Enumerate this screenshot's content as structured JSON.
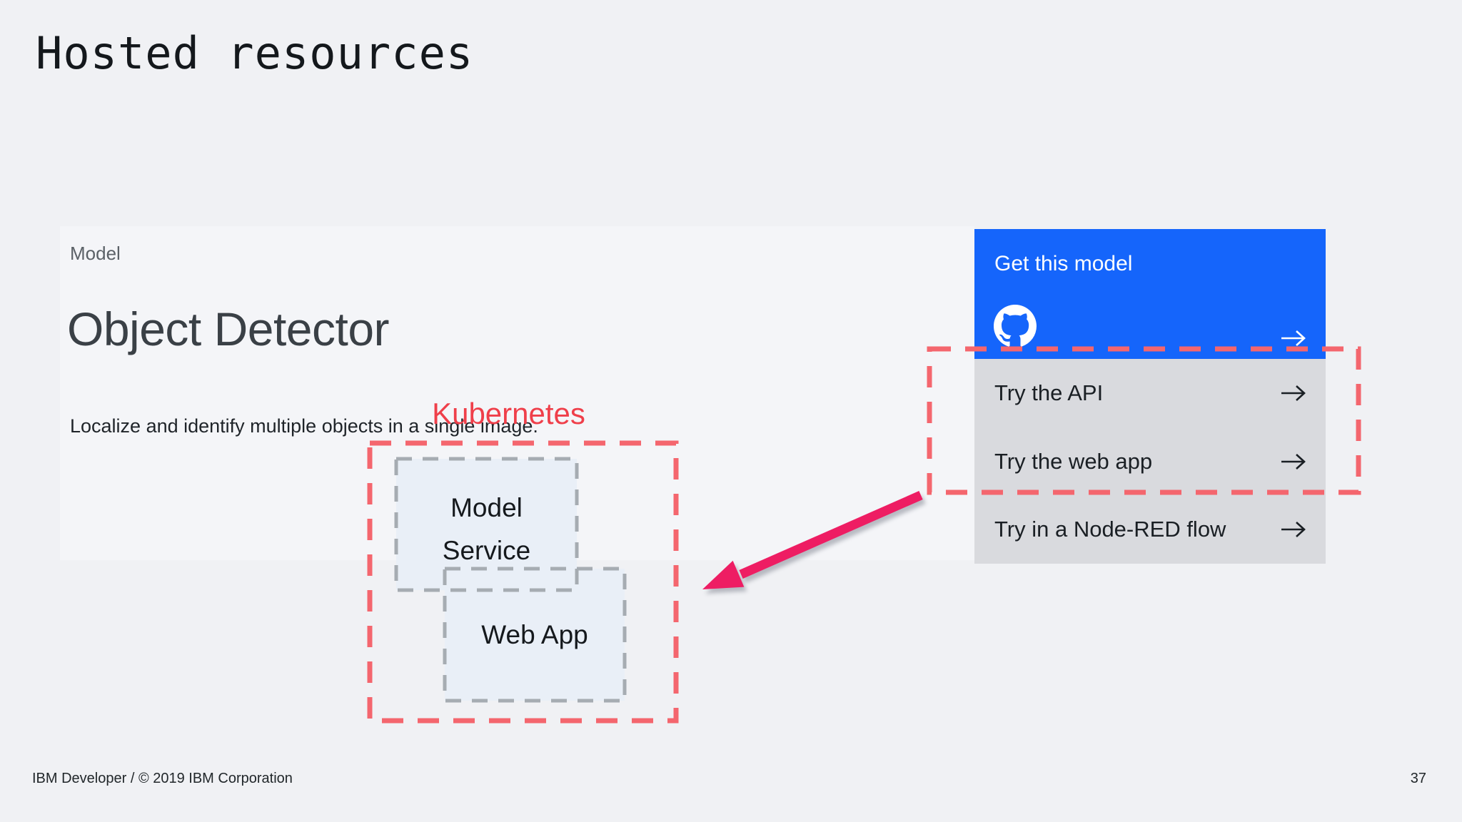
{
  "slide": {
    "title": "Hosted resources",
    "footer": "IBM Developer / © 2019 IBM Corporation",
    "page_number": "37"
  },
  "model_card": {
    "eyebrow": "Model",
    "title": "Object Detector",
    "description": "Localize and identify multiple objects in a single image."
  },
  "actions": {
    "primary": {
      "label": "Get this model",
      "icon": "github-icon",
      "arrow_icon": "arrow-right-icon"
    },
    "items": [
      {
        "label": "Try the API",
        "arrow_icon": "arrow-right-icon"
      },
      {
        "label": "Try the web app",
        "arrow_icon": "arrow-right-icon"
      },
      {
        "label": "Try in a Node-RED flow",
        "arrow_icon": "arrow-right-icon"
      }
    ]
  },
  "diagram": {
    "cluster_label": "Kubernetes",
    "nodes": [
      {
        "label_lines": [
          "Model",
          "Service"
        ]
      },
      {
        "label_lines": [
          "Web App"
        ]
      }
    ],
    "annotation": "pink arrow from highlighted menu actions to Kubernetes cluster"
  },
  "colors": {
    "background": "#f0f1f4",
    "panel": "#f4f5f8",
    "primary_blue": "#1565fb",
    "menu_gray": "#d9dade",
    "dashed_red": "#f4666e",
    "kubernetes_red": "#ef3f4a",
    "node_fill": "#e9eff7",
    "node_border": "#a6acb2",
    "arrow_pink": "#ee1d63",
    "text_dark": "#21272a"
  }
}
